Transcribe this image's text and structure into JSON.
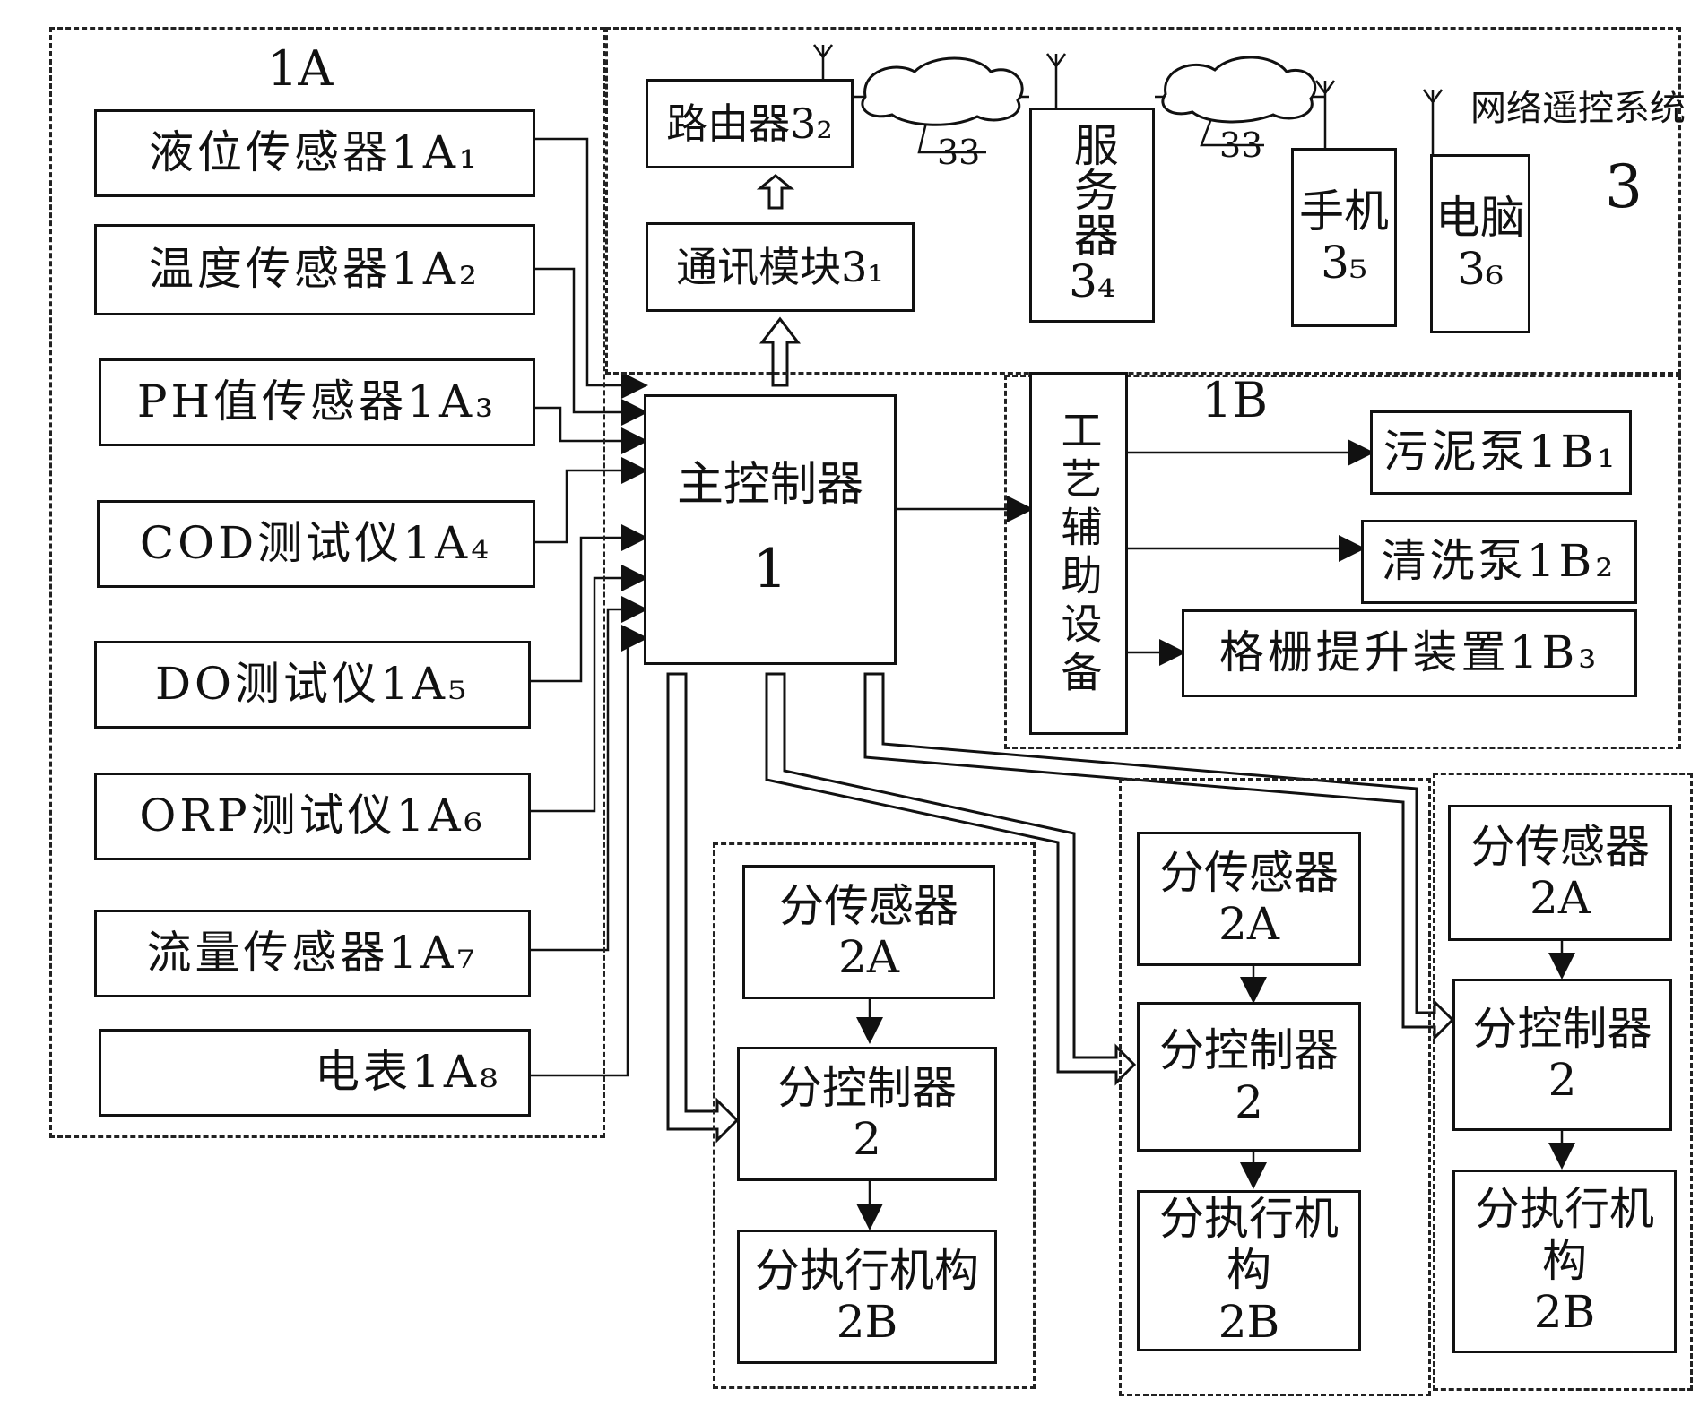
{
  "labels": {
    "group_1A": "1A",
    "group_1B": "1B",
    "network_title": "网络遥控系统",
    "network_num": "3",
    "link_33_a": "33",
    "link_33_b": "33"
  },
  "sensors": [
    {
      "text": "液位传感器1A₁"
    },
    {
      "text": "温度传感器1A₂"
    },
    {
      "text": "PH值传感器1A₃"
    },
    {
      "text": "COD测试仪1A₄"
    },
    {
      "text": "DO测试仪1A₅"
    },
    {
      "text": "ORP测试仪1A₆"
    },
    {
      "text": "流量传感器1A₇"
    },
    {
      "text": "电表1A₈"
    }
  ],
  "network": {
    "router": "路由器3₂",
    "comm_module": "通讯模块3₁",
    "server": "服务器",
    "server_num": "3₄",
    "phone": "手机",
    "phone_num": "3₅",
    "pc": "电脑",
    "pc_num": "3₆"
  },
  "main_controller": {
    "name": "主控制器",
    "num": "1"
  },
  "aux": {
    "name": "工艺辅助设备",
    "items": [
      "污泥泵1B₁",
      "清洗泵1B₂",
      "格栅提升装置1B₃"
    ]
  },
  "sub_units": [
    {
      "sensor": "分传感器",
      "sensor_num": "2A",
      "controller": "分控制器",
      "controller_num": "2",
      "actuator": "分执行机构",
      "actuator_num": "2B"
    },
    {
      "sensor": "分传感器",
      "sensor_num": "2A",
      "controller": "分控制器",
      "controller_num": "2",
      "actuator": "分执行机构",
      "actuator_num": "2B"
    },
    {
      "sensor": "分传感器",
      "sensor_num": "2A",
      "controller": "分控制器",
      "controller_num": "2",
      "actuator": "分执行机构",
      "actuator_num": "2B"
    }
  ]
}
